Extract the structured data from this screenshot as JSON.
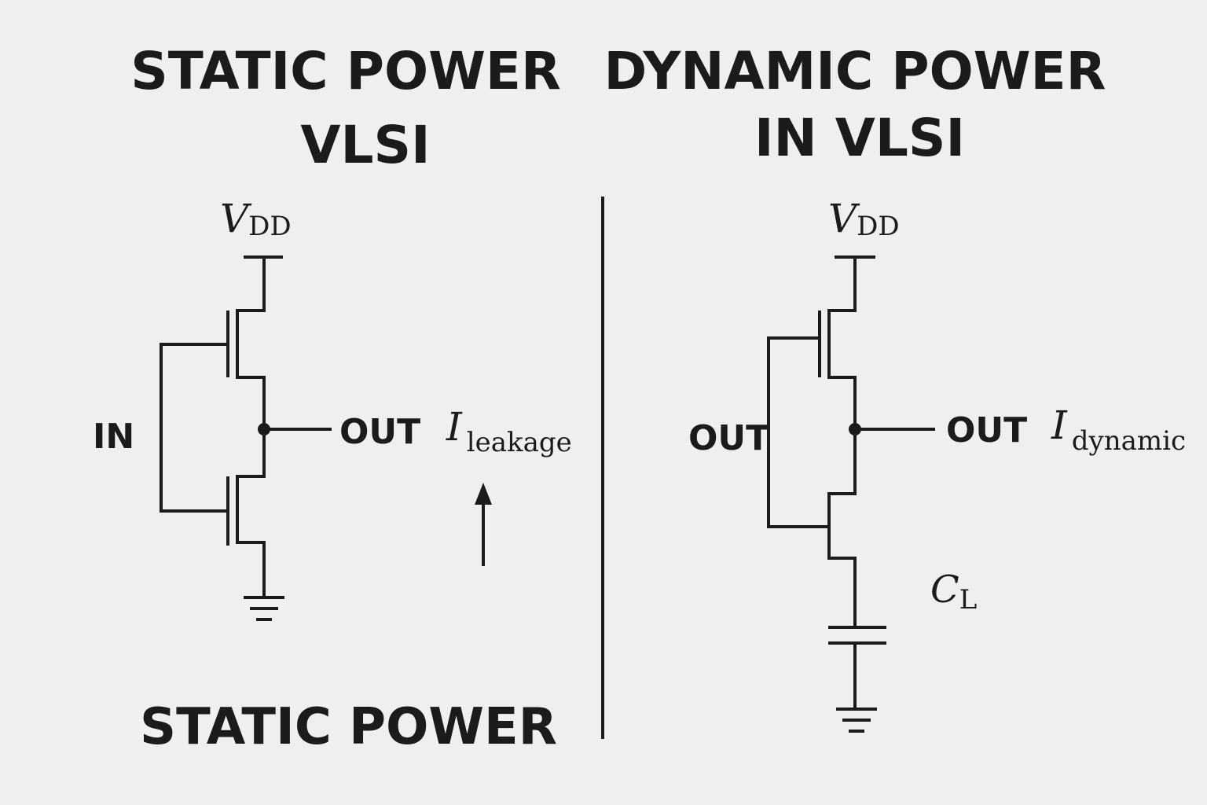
{
  "colors": {
    "background": "#efefef",
    "ink": "#1b1b1b"
  },
  "left": {
    "title_line1": "STATIC POWER",
    "title_line2": "VLSI",
    "supply_main": "V",
    "supply_sub": "DD",
    "input_label": "IN",
    "output_label": "OUT",
    "current_main": "I",
    "current_sub": "leakage",
    "footer": "STATIC POWER",
    "arrow_icon": "up-arrow-icon",
    "ground_icon": "ground-icon"
  },
  "right": {
    "title_line1": "DYNAMIC POWER",
    "title_line2": "IN VLSI",
    "supply_main": "V",
    "supply_sub": "DD",
    "input_label": "OUT",
    "output_label": "OUT",
    "current_main": "I",
    "current_sub": "dynamic",
    "cap_main": "C",
    "cap_sub": "L",
    "capacitor_icon": "capacitor-icon",
    "ground_icon": "ground-icon"
  }
}
